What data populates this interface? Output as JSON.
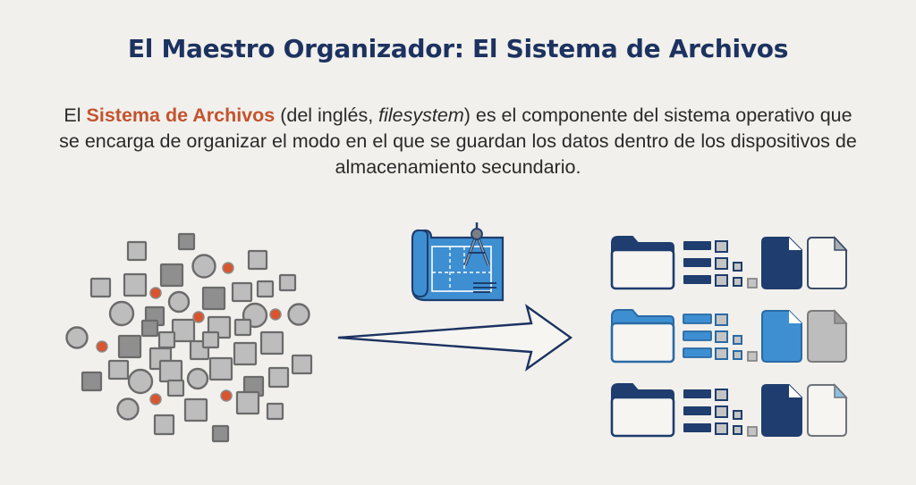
{
  "header": {
    "title": "El Maestro Organizador: El Sistema de Archivos"
  },
  "description": {
    "prefix": "El ",
    "highlight": "Sistema de Archivos",
    "mid1": " (del inglés, ",
    "italic": "filesystem",
    "mid2": ") es el componente del sistema operativo que se encarga de organizar el modo en el que se guardan los datos dentro de los dispositivos de almacenamiento secundario."
  },
  "colors": {
    "background": "#f1f0ec",
    "title": "#1c3260",
    "highlight": "#c5532e",
    "navy": "#1f3d6e",
    "blue": "#3d8fd1",
    "gray_fill": "#bdbdbd",
    "gray_stroke": "#6b6b6b",
    "dark_gray_fill": "#8f8f8f",
    "red_dot": "#d9552f"
  },
  "illustration": {
    "left_label": "chaotic-unorganized-data",
    "center_icon": "blueprint-with-compass-icon",
    "arrow": "right-arrow",
    "right_label": "organized-files-grid",
    "rows": [
      {
        "theme": "navy",
        "last_doc": "outline-gray-corner"
      },
      {
        "theme": "blue",
        "last_doc": "gray-filled"
      },
      {
        "theme": "navy",
        "last_doc": "outline-blue-corner"
      }
    ]
  }
}
